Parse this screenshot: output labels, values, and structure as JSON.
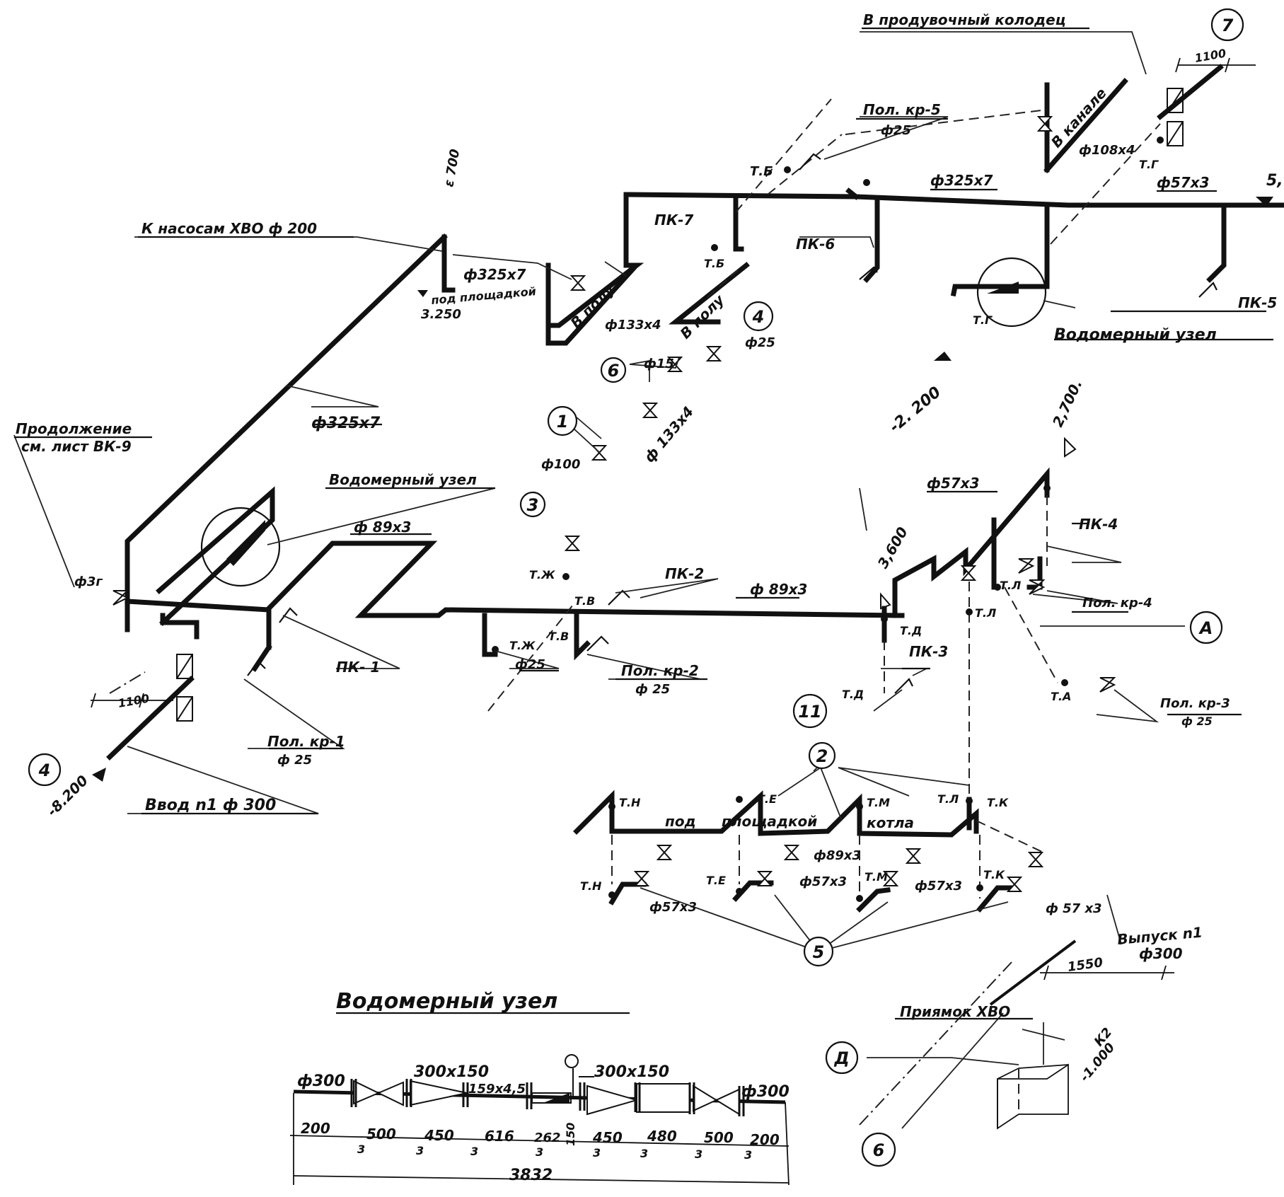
{
  "labels": {
    "to_blowdown_well": "В продувочный  колодец",
    "in_channel": "В канале",
    "pol_kr5": "Пол. кр-5",
    "d25_a": "ф25",
    "d108x4": "ф108х4",
    "dim_1100_top": "1100",
    "tg_top": "Т.Г",
    "tb": "Т.Б",
    "elev_5": "5,",
    "d325x7_top": "ф325х7",
    "d57x3_top": "ф57х3",
    "to_pumps": "К насосам ХВО   ф 200",
    "elev_700": "ε 700",
    "pk7": "ПК-7",
    "tb2": "Т.Б",
    "pk6": "ПК-6",
    "pk5": "ПК-5",
    "d325x7_mid": "ф325х7",
    "under_platform_top": "под площадкой",
    "elev_3250": "3.250",
    "in_floor_1": "В полу",
    "in_floor_2": "В полу",
    "d133x4_a": "ф133х4",
    "d25_b": "ф25",
    "d15": "ф15",
    "d133x4_b": "ф 133х4",
    "d100": "ф100",
    "water_meter_top": "Водомерный   узел",
    "tg_mid": "Т.Г",
    "elev_2200": "-2. 200",
    "d325x7_left": "ф325х7",
    "continuation": "Продолжение",
    "see_sheet": "см. лист ВК-9",
    "water_meter_left": "Водомерный узел",
    "d89x3_a": "ф 89х3",
    "d32": "ф3г",
    "elev_2700": "2,700.",
    "d57x3_right": "ф57х3",
    "pk4": "ПК-4",
    "pol_kr4": "Пол. кр-4",
    "tl_a": "Т.Л",
    "tl_b": "Т.Л",
    "elev_3600": "3,600",
    "tzh_a": "Т.Ж",
    "tv_a": "Т.В",
    "pk2": "ПК-2",
    "d89x3_b": "ф 89х3",
    "tzh_b": "Т.Ж",
    "tv_b": "Т.В",
    "d25_c": "ф25",
    "pol_kr2": "Пол. кр-2",
    "d25_d": "ф 25",
    "td_a": "Т.Д",
    "pk3": "ПК-3",
    "td_b": "Т.Д",
    "ta": "Т.А",
    "pol_kr3": "Пол. кр-3",
    "d25_e": "ф 25",
    "pk1": "ПК- 1",
    "pol_kr1": "Пол. кр-1",
    "d25_f": "ф 25",
    "dim_1100_left": "1100",
    "inlet": "Ввод  n1    ф 300",
    "elev_8200": "-8.200",
    "tn_a": "Т.Н",
    "te_a": "Т.Е",
    "tm_a": "Т.М",
    "tl_c": "Т.Л",
    "tk_a": "Т.К",
    "under": "под",
    "platform": "площадкой",
    "boiler": "котла",
    "tn_b": "Т.Н",
    "te_b": "Т.Е",
    "tm_b": "Т.М",
    "tk_b": "Т.К",
    "d89x3_c": "ф89х3",
    "d57x3_a": "ф57х3",
    "d57x3_b": "ф57х3",
    "d57x3_c": "ф57х3",
    "d57x3_d": "ф 57 х3",
    "outlet": "Выпуск n1",
    "outlet_d": "ф300",
    "dim_1550": "1550",
    "pit": "Приямок ХВО",
    "elev_1000": "-1.000",
    "slope": "К2"
  },
  "callouts": [
    "7",
    "4",
    "6",
    "1",
    "3",
    "А",
    "11",
    "4",
    "2",
    "5",
    "Д",
    "6"
  ],
  "detail": {
    "title": "Водомерный    узел",
    "d300_left": "ф300",
    "red_1": "300х150",
    "pipe_mid": "159х4,5",
    "red_2": "300х150",
    "d300_right": "ф300",
    "segments": [
      "200",
      "500",
      "450",
      "616",
      "262",
      "150",
      "450",
      "480",
      "500",
      "200"
    ],
    "gaps": [
      "3",
      "3",
      "3",
      "3",
      "3",
      "3",
      "3",
      "3"
    ],
    "total": "3832"
  }
}
